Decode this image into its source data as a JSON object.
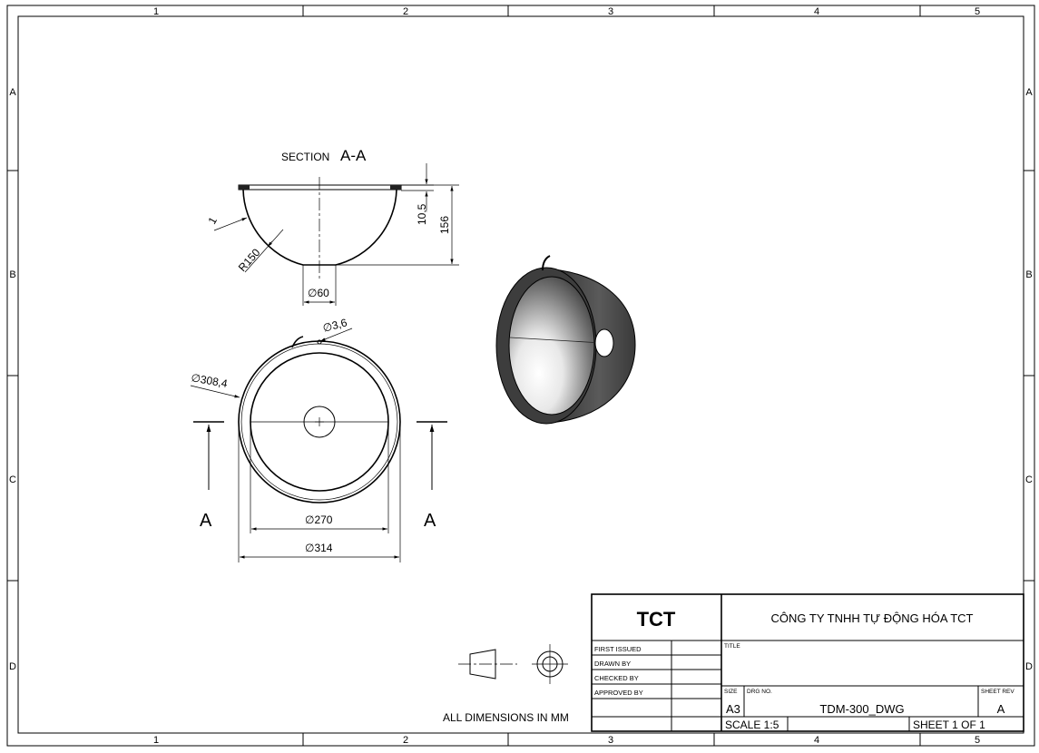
{
  "zones": {
    "columns": [
      "1",
      "2",
      "3",
      "4",
      "5"
    ],
    "rows": [
      "A",
      "B",
      "C",
      "D"
    ]
  },
  "section_view": {
    "title_prefix": "SECTION",
    "title_id": "A-A",
    "dims": {
      "thickness": "1",
      "radius": "R150",
      "bottom_dia": "∅60",
      "flange_h": "10,5",
      "height": "156"
    }
  },
  "front_view": {
    "dims": {
      "hole_dia": "∅3,6",
      "flange_dia": "∅308,4",
      "inner_dia": "∅270",
      "outer_dia": "∅314"
    },
    "section_marker_left": "A",
    "section_marker_right": "A"
  },
  "note": "ALL DIMENSIONS IN MM",
  "title_block": {
    "logo": "TCT",
    "company": "CÔNG TY TNHH TỰ ĐỘNG HÓA TCT",
    "rows": [
      "FIRST ISSUED",
      "DRAWN BY",
      "CHECKED BY",
      "APPROVED BY"
    ],
    "title_label": "TITLE",
    "size_label": "SIZE",
    "size": "A3",
    "drg_label": "DRG NO.",
    "drg_no": "TDM-300_DWG",
    "rev_label": "SHEET REV",
    "rev": "A",
    "scale": "SCALE 1:5",
    "sheet": "SHEET 1 OF 1"
  },
  "colors": {
    "line": "#000000",
    "body": "#4a4a4a"
  }
}
